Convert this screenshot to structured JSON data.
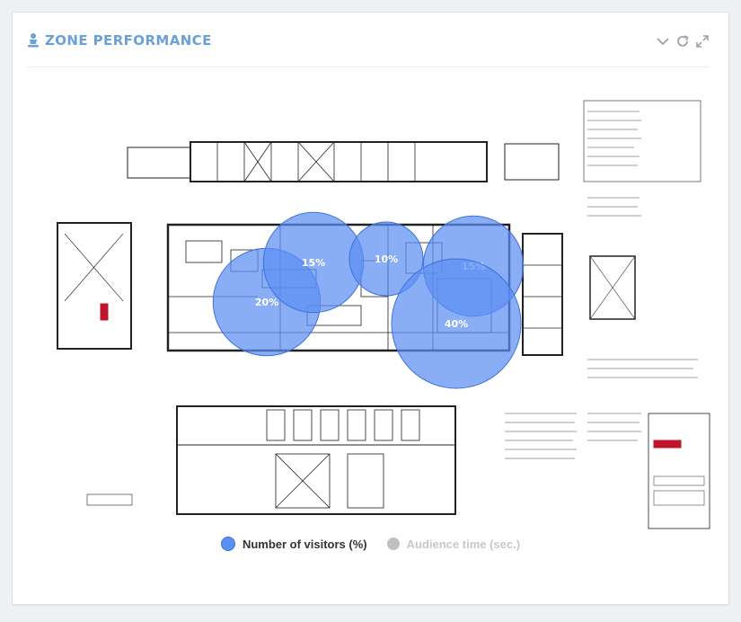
{
  "widget": {
    "title": "ZONE PERFORMANCE",
    "icons": {
      "title": "user-pin-icon",
      "collapse": "chevron-down-icon",
      "refresh": "refresh-icon",
      "expand": "expand-icon"
    }
  },
  "colors": {
    "accent": "#6aa0d8",
    "bubble_fill": "#5b8ff2",
    "bubble_stroke": "#3d70dd",
    "legend_active": "#5b8ff2",
    "legend_inactive": "#c0c0c0",
    "legend_active_text": "#333333",
    "legend_inactive_text": "#c7c7c7"
  },
  "legend": [
    {
      "label": "Number of visitors (%)",
      "active": true
    },
    {
      "label": "Audience time (sec.)",
      "active": false
    }
  ],
  "chart_data": {
    "type": "scatter",
    "series": [
      {
        "name": "Number of visitors (%)",
        "zones": [
          {
            "value": 20,
            "label": "20%"
          },
          {
            "value": 15,
            "label": "15%"
          },
          {
            "value": 10,
            "label": "10%"
          },
          {
            "value": 15,
            "label": "15%"
          },
          {
            "value": 40,
            "label": "40%"
          }
        ]
      }
    ],
    "legend_placement": "bottom"
  }
}
